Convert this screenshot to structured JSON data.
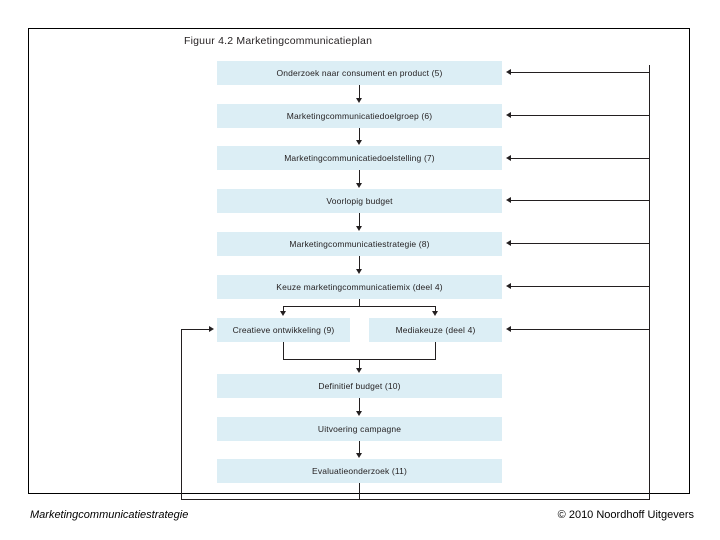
{
  "figure": {
    "title": "Figuur 4.2 Marketingcommunicatieplan",
    "box_fill": "#dceef5",
    "line_color": "#231f20",
    "frame_color": "#000000"
  },
  "nodes": [
    {
      "id": "onderzoek",
      "label": "Onderzoek naar consument en product (5)"
    },
    {
      "id": "doelgroep",
      "label": "Marketingcommunicatiedoelgroep (6)"
    },
    {
      "id": "doelstelling",
      "label": "Marketingcommunicatiedoelstelling (7)"
    },
    {
      "id": "voorlopig",
      "label": "Voorlopig budget"
    },
    {
      "id": "strategie",
      "label": "Marketingcommunicatiestrategie (8)"
    },
    {
      "id": "mix",
      "label": "Keuze marketingcommunicatiemix (deel 4)"
    },
    {
      "id": "creatief",
      "label": "Creatieve ontwikkeling (9)"
    },
    {
      "id": "media",
      "label": "Mediakeuze (deel 4)"
    },
    {
      "id": "definitief",
      "label": "Definitief budget (10)"
    },
    {
      "id": "uitvoering",
      "label": "Uitvoering campagne"
    },
    {
      "id": "evaluatie",
      "label": "Evaluatieonderzoek (11)"
    }
  ],
  "footer": {
    "left": "Marketingcommunicatiestrategie",
    "right": "© 2010 Noordhoff Uitgevers"
  }
}
